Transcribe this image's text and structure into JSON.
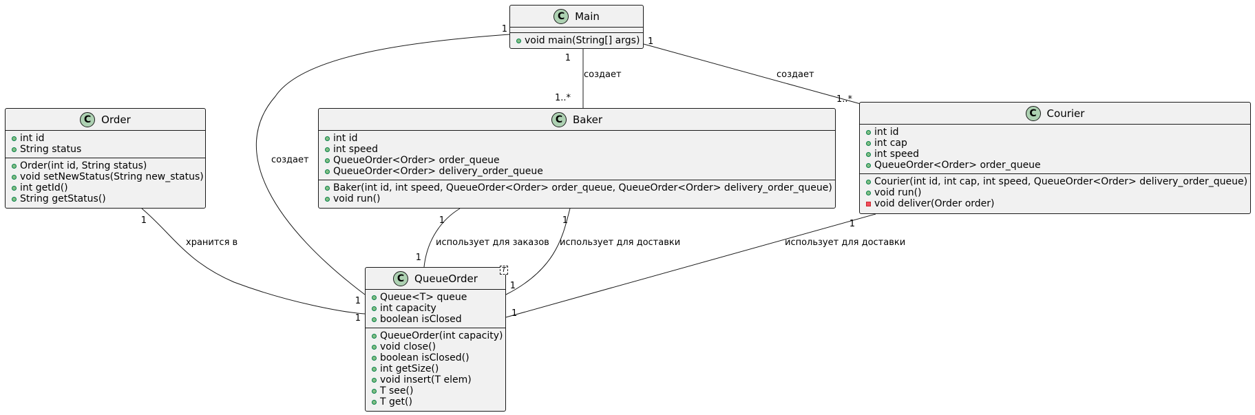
{
  "classes": {
    "main": {
      "name": "Main",
      "fields": [],
      "methods": [
        {
          "vis": "public",
          "text": "void main(String[] args)"
        }
      ]
    },
    "order": {
      "name": "Order",
      "fields": [
        {
          "vis": "public",
          "text": "int id"
        },
        {
          "vis": "public",
          "text": "String status"
        }
      ],
      "methods": [
        {
          "vis": "public",
          "text": "Order(int id, String status)"
        },
        {
          "vis": "public",
          "text": "void setNewStatus(String new_status)"
        },
        {
          "vis": "public",
          "text": "int getId()"
        },
        {
          "vis": "public",
          "text": "String getStatus()"
        }
      ]
    },
    "baker": {
      "name": "Baker",
      "fields": [
        {
          "vis": "public",
          "text": "int id"
        },
        {
          "vis": "public",
          "text": "int speed"
        },
        {
          "vis": "public",
          "text": "QueueOrder<Order> order_queue"
        },
        {
          "vis": "public",
          "text": "QueueOrder<Order> delivery_order_queue"
        }
      ],
      "methods": [
        {
          "vis": "public",
          "text": "Baker(int id, int speed, QueueOrder<Order> order_queue, QueueOrder<Order> delivery_order_queue)"
        },
        {
          "vis": "public",
          "text": "void run()"
        }
      ]
    },
    "courier": {
      "name": "Courier",
      "fields": [
        {
          "vis": "public",
          "text": "int id"
        },
        {
          "vis": "public",
          "text": "int cap"
        },
        {
          "vis": "public",
          "text": "int speed"
        },
        {
          "vis": "public",
          "text": "QueueOrder<Order> order_queue"
        }
      ],
      "methods": [
        {
          "vis": "public",
          "text": "Courier(int id, int cap, int speed, QueueOrder<Order> delivery_order_queue)"
        },
        {
          "vis": "public",
          "text": "void run()"
        },
        {
          "vis": "private",
          "text": "void deliver(Order order)"
        }
      ]
    },
    "queueorder": {
      "name": "QueueOrder",
      "type_param": "T",
      "fields": [
        {
          "vis": "public",
          "text": "Queue<T> queue"
        },
        {
          "vis": "public",
          "text": "int capacity"
        },
        {
          "vis": "public",
          "text": "boolean isClosed"
        }
      ],
      "methods": [
        {
          "vis": "public",
          "text": "QueueOrder(int capacity)"
        },
        {
          "vis": "public",
          "text": "void close()"
        },
        {
          "vis": "public",
          "text": "boolean isClosed()"
        },
        {
          "vis": "public",
          "text": "int getSize()"
        },
        {
          "vis": "public",
          "text": "void insert(T elem)"
        },
        {
          "vis": "public",
          "text": "T see()"
        },
        {
          "vis": "public",
          "text": "T get()"
        }
      ]
    }
  },
  "class_icon_letter": "C",
  "relations": [
    {
      "from": "main",
      "to": "baker",
      "label": "создает",
      "from_mult": "1",
      "to_mult": "1..*"
    },
    {
      "from": "main",
      "to": "courier",
      "label": "создает",
      "from_mult": "1",
      "to_mult": "1..*"
    },
    {
      "from": "main",
      "to": "queueorder",
      "label": "создает",
      "from_mult": "1",
      "to_mult": "1"
    },
    {
      "from": "order",
      "to": "queueorder",
      "label": "хранится в",
      "from_mult": "1",
      "to_mult": "1"
    },
    {
      "from": "baker",
      "to": "queueorder",
      "label": "использует для заказов",
      "from_mult": "1",
      "to_mult": "1"
    },
    {
      "from": "baker",
      "to": "queueorder",
      "label": "использует для доставки",
      "from_mult": "1",
      "to_mult": "1"
    },
    {
      "from": "courier",
      "to": "queueorder",
      "label": "использует для доставки",
      "from_mult": "1",
      "to_mult": "1"
    }
  ],
  "colors": {
    "class_fill": "#f1f1f1",
    "border": "#181818",
    "class_icon": "#add1b2",
    "public_marker": "#84be84",
    "private_marker": "#f24d5c"
  }
}
